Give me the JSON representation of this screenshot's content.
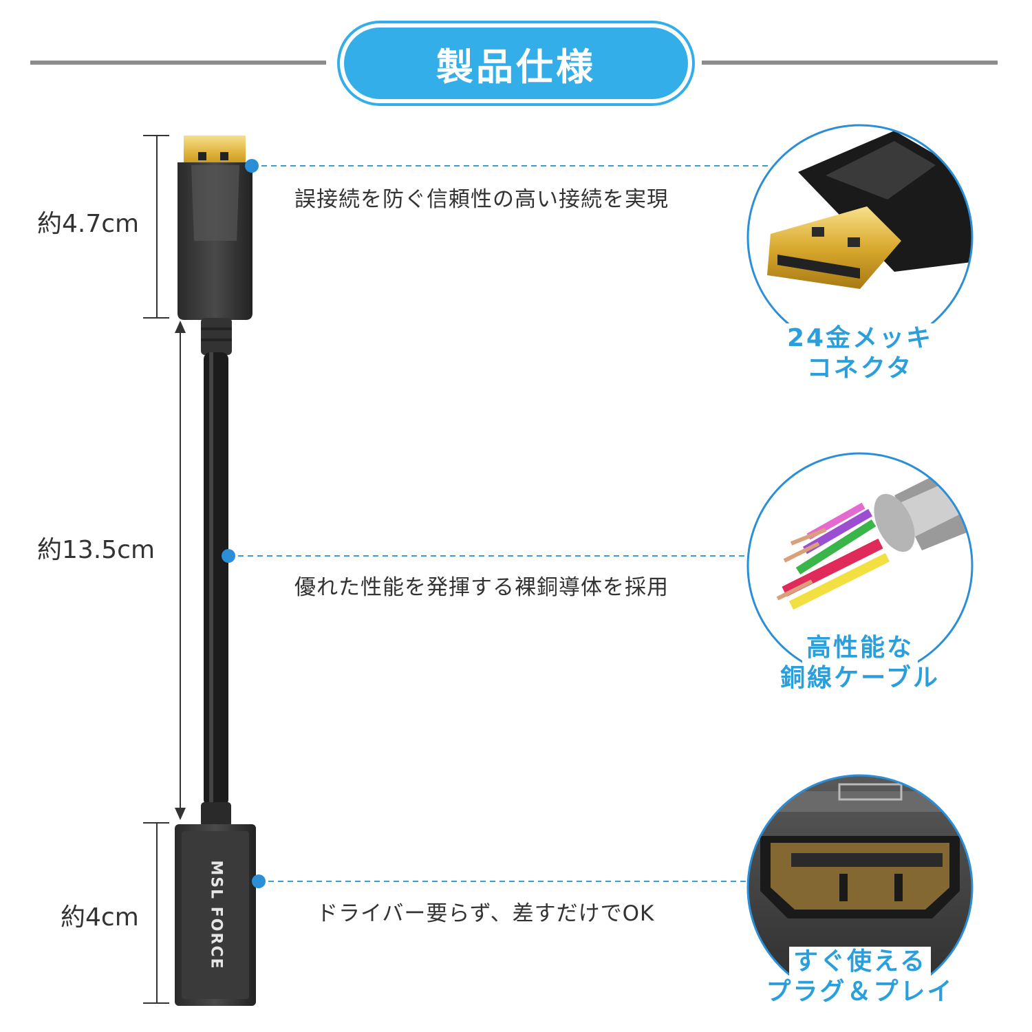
{
  "header": {
    "title": "製品仕様"
  },
  "dimensions": {
    "connector": "約4.7cm",
    "cable": "約13.5cm",
    "adapter": "約4cm"
  },
  "features": [
    {
      "text": "誤接続を防ぐ信頼性の高い接続を実現",
      "badge_line1": "24金メッキ",
      "badge_line2": "コネクタ"
    },
    {
      "text": "優れた性能を発揮する裸銅導体を採用",
      "badge_line1": "高性能な",
      "badge_line2": "銅線ケーブル"
    },
    {
      "text": "ドライバー要らず、差すだけでOK",
      "badge_line1": "すぐ使える",
      "badge_line2": "プラグ＆プレイ"
    }
  ],
  "brand": {
    "logo_text": "MSL FORCE"
  },
  "colors": {
    "accent": "#33aee9",
    "badge_text": "#2b9fdc",
    "rule": "#8c8c8c"
  }
}
